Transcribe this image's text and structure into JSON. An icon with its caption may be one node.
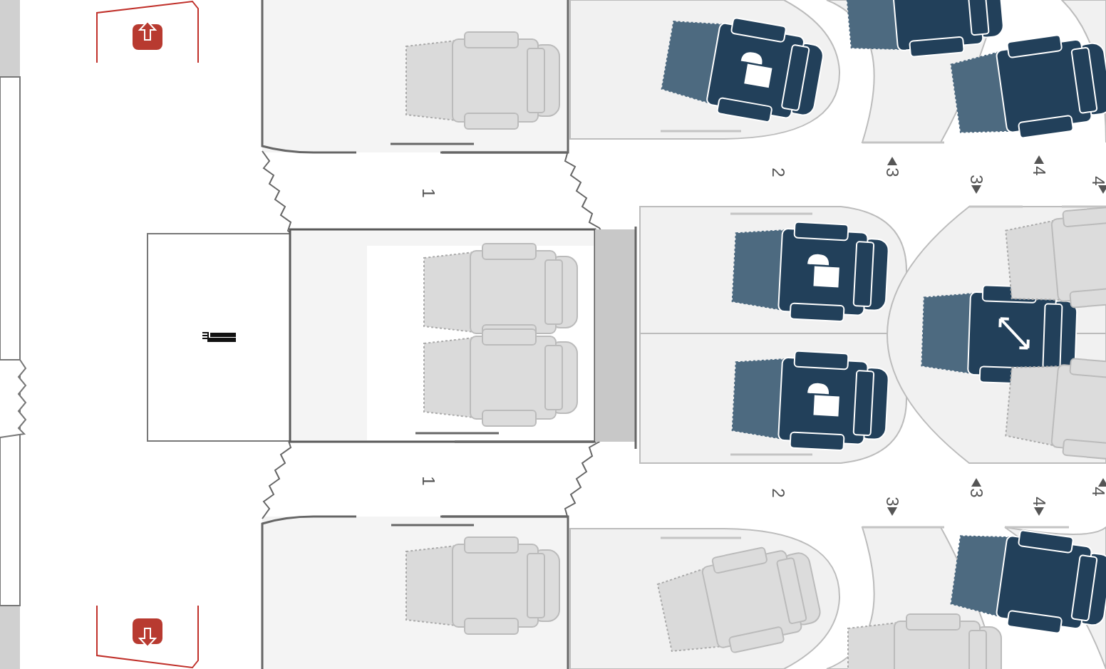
{
  "diagram": {
    "labels": [
      "1",
      "2",
      "3",
      "3",
      "4",
      "4",
      "1",
      "2",
      "3",
      "3",
      "4",
      "4"
    ]
  }
}
